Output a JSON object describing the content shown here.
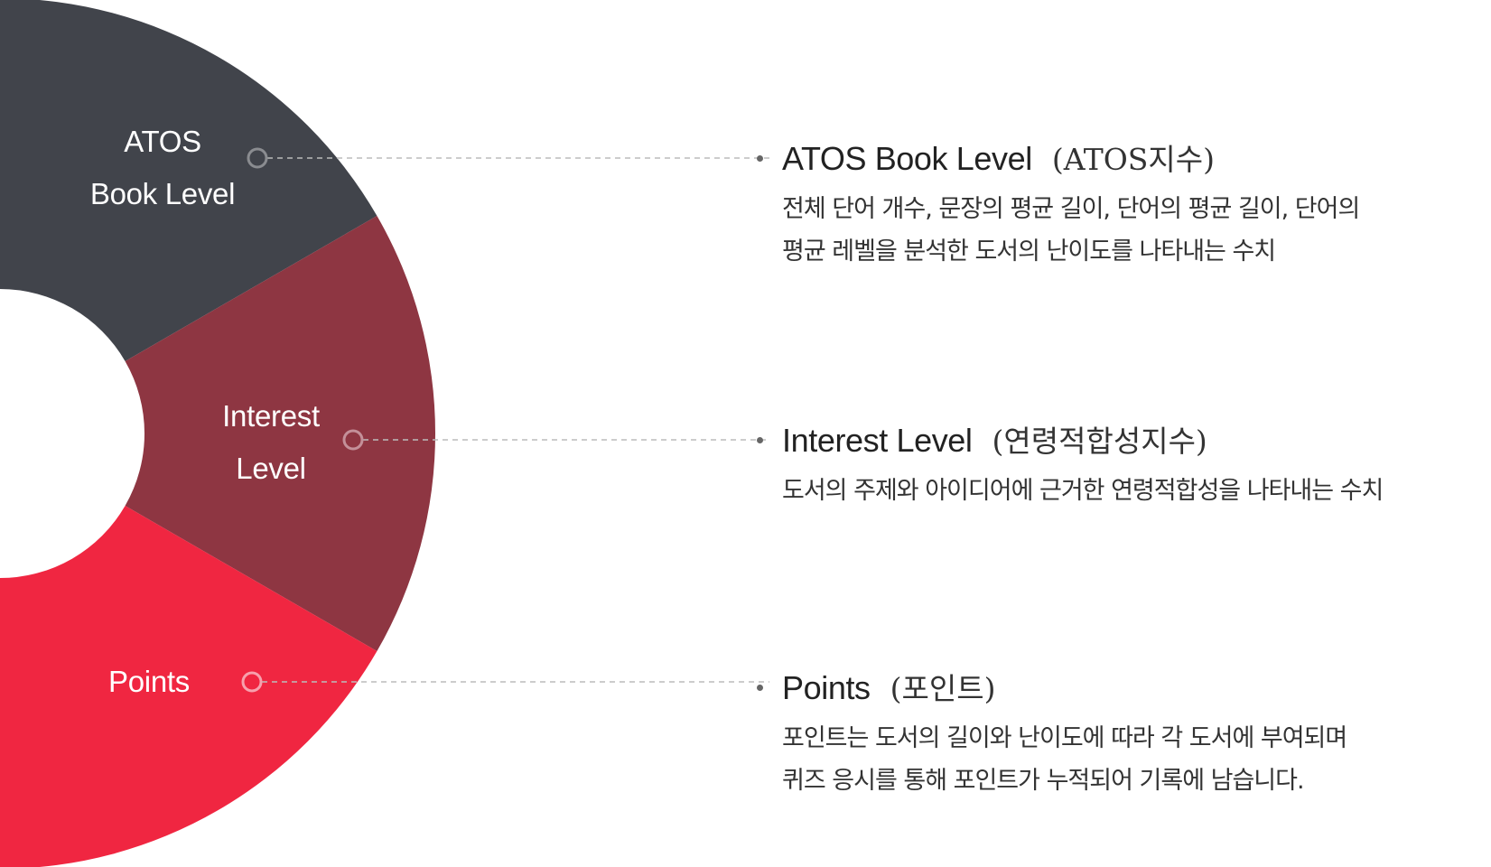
{
  "segments": [
    {
      "key": "atos",
      "label_lines": [
        "ATOS",
        "Book Level"
      ],
      "color": "#41444B",
      "marker_color": "#8A8C90",
      "title": "ATOS Book Level",
      "subtitle": "(ATOS지수)",
      "description": [
        "전체 단어 개수, 문장의 평균 길이, 단어의 평균 길이, 단어의",
        "평균 레벨을 분석한 도서의 난이도를 나타내는 수치"
      ]
    },
    {
      "key": "interest",
      "label_lines": [
        "Interest",
        "Level"
      ],
      "color": "#8E3642",
      "marker_color": "#C49099",
      "title": "Interest Level",
      "subtitle": "(연령적합성지수)",
      "description": [
        "도서의 주제와 아이디어에 근거한 연령적합성을 나타내는 수치"
      ]
    },
    {
      "key": "points",
      "label_lines": [
        "Points"
      ],
      "color": "#F02641",
      "marker_color": "#F7A0AD",
      "title": "Points",
      "subtitle": "(포인트)",
      "description": [
        "포인트는 도서의 길이와 난이도에 따라 각 도서에 부여되며",
        "퀴즈 응시를 통해 포인트가 누적되어 기록에 남습니다."
      ]
    }
  ],
  "connector_color": "#BBBBBB",
  "bullet_color": "#666666"
}
